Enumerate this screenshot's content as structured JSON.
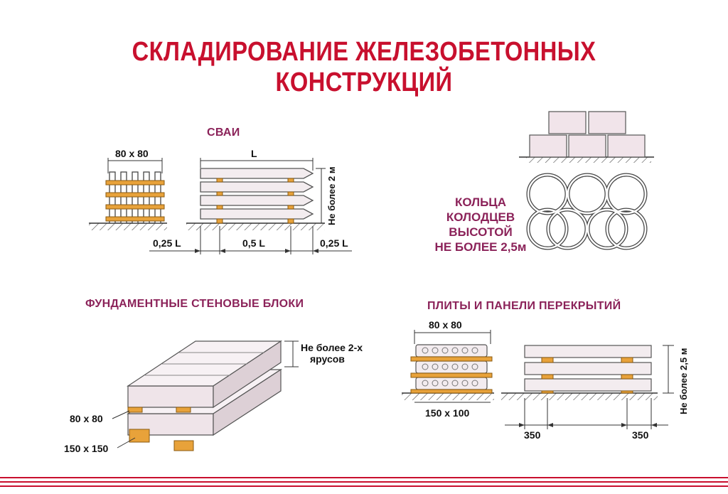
{
  "title": "СКЛАДИРОВАНИЕ ЖЕЛЕЗОБЕТОННЫХ КОНСТРУКЦИЙ",
  "piles": {
    "heading": "СВАИ",
    "section_label": "80 х 80",
    "length_label": "L",
    "height_label": "Не более 2 м",
    "dim_left": "0,25 L",
    "dim_middle": "0,5 L",
    "dim_right": "0,25 L"
  },
  "rings": {
    "lines": [
      "КОЛЬЦА",
      "КОЛОДЦЕВ",
      "ВЫСОТОЙ",
      "НЕ БОЛЕЕ 2,5м"
    ]
  },
  "blocks": {
    "heading": "ФУНДАМЕНТНЫЕ СТЕНОВЫЕ БЛОКИ",
    "tiers_label_1": "Не более 2-х",
    "tiers_label_2": "ярусов",
    "spacer_label": "80 х 80",
    "bed_label": "150 х 150"
  },
  "slabs": {
    "heading": "ПЛИТЫ И ПАНЕЛИ ПЕРЕКРЫТИЙ",
    "spacer_label": "80 х 80",
    "bed_label": "150 х 100",
    "height_label": "Не более 2,5 м",
    "dim_left": "350",
    "dim_right": "350"
  },
  "colors": {
    "title": "#c8102e",
    "heading": "#8b2259",
    "wood": "#e8a23a",
    "concrete": "#f3ecef",
    "outline": "#333333"
  }
}
